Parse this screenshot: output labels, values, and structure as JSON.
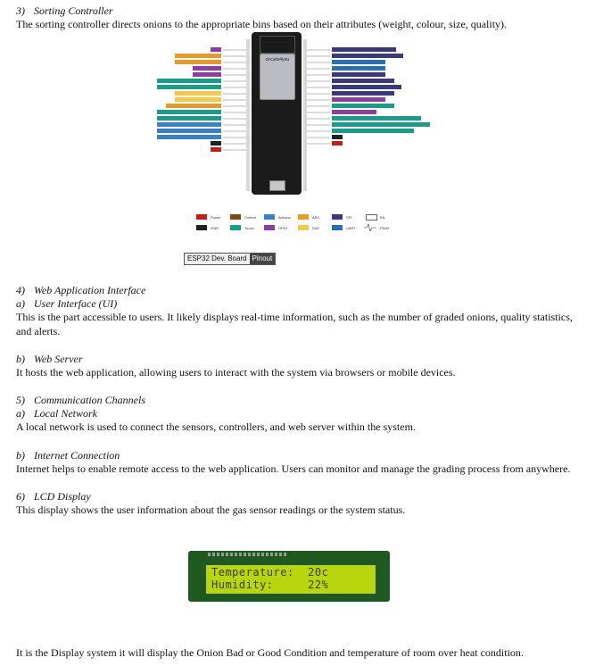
{
  "sections": {
    "s3": {
      "num": "3)",
      "title": "Sorting Controller",
      "text": "The sorting controller directs onions to the appropriate bins based on their attributes (weight, colour, size, quality)."
    },
    "s4": {
      "num": "4)",
      "title": "Web Application Interface"
    },
    "s4a": {
      "num": "a)",
      "title": "User Interface (UI)",
      "text": "This is the part accessible to users. It likely displays real-time information, such as the number of graded onions, quality statistics, and alerts."
    },
    "s4b": {
      "num": "b)",
      "title": "Web Server",
      "text": "It hosts the web application, allowing users to interact with the system via browsers or mobile devices."
    },
    "s5": {
      "num": "5)",
      "title": "Communication Channels"
    },
    "s5a": {
      "num": "a)",
      "title": "Local Network",
      "text": "A local network is used to connect the sensors, controllers, and web server within the system."
    },
    "s5b": {
      "num": "b)",
      "title": "Internet Connection",
      "text": "Internet helps to enable remote access to the web application. Users can monitor and manage the grading process from anywhere."
    },
    "s6": {
      "num": "6)",
      "title": "LCD Display",
      "text": "This display shows the user information about the gas sensor readings or the system status."
    },
    "closing": "It is the Display system it will display the Onion Bad or Good Condition and temperature of room over heat condition."
  },
  "pinout_figure": {
    "board_brand": "circuits4you",
    "tag_left": "ESP32 Dev. Board",
    "tag_right": "Pinout",
    "legend": [
      "Power",
      "Control",
      "Arduino",
      "ADC",
      "SPI",
      "EN",
      "GND",
      "Touch",
      "GPIO",
      "DAC",
      "UART",
      "PWM"
    ],
    "legend_colors": [
      "#c0201c",
      "#7a4a12",
      "#3b7fc4",
      "#e39a2e",
      "#3a3a7a",
      "#ffffff",
      "#222222",
      "#1c9a8a",
      "#8a3fa0",
      "#f2c94c",
      "#2b6fb0",
      "#ffffff"
    ]
  },
  "lcd": {
    "line1": "Temperature:  20c",
    "line2": "Humidity:     22%"
  }
}
